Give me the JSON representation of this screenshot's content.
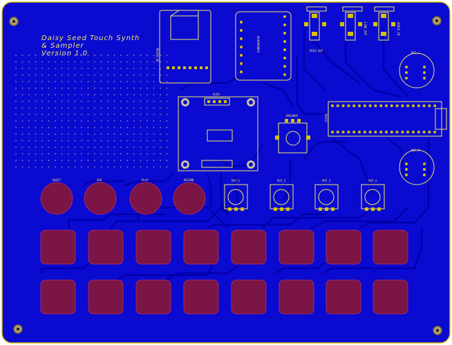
{
  "title_lines": [
    "Daisy Seed Touch Synth",
    "& Sampler",
    "Version 1.0"
  ],
  "labels": {
    "micro_sd": "MICRO_SD",
    "headphones": "HEADPHONES",
    "oled": "OLED",
    "encoder": "ENCODER",
    "daisy": "DAISY",
    "midi_out": "MIDI_OUT",
    "line_out": "LINE_OUT",
    "audio_in": "AUDIO_IN",
    "mic_l": "MIC_L",
    "mic_r": "MIC_R"
  },
  "buttons": [
    "SHIFT",
    "SEQ",
    "PLAY",
    "RECORD"
  ],
  "pots": [
    "POT_1",
    "POT_2",
    "POT_3",
    "POT_4"
  ],
  "colors": {
    "board": "#0a0ad0",
    "outline": "#d8c000",
    "pad": "#7a1545",
    "silkscreen": "#f3e96a",
    "trace": "#0000a8",
    "hole": "#b0a070"
  }
}
